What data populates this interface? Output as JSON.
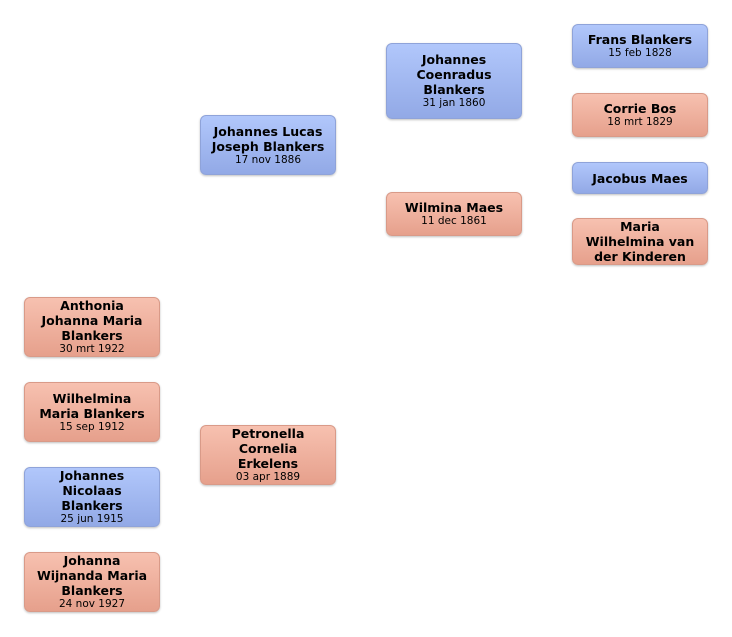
{
  "people": {
    "child1": {
      "name": "Anthonia Johanna Maria Blankers",
      "date": "30 mrt 1922"
    },
    "child2": {
      "name": "Wilhelmina Maria Blankers",
      "date": "15 sep 1912"
    },
    "child3": {
      "name": "Johannes Nicolaas Blankers",
      "date": "25 jun 1915"
    },
    "child4": {
      "name": "Johanna Wijnanda Maria Blankers",
      "date": "24 nov 1927"
    },
    "father": {
      "name": "Johannes Lucas Joseph Blankers",
      "date": "17 nov 1886"
    },
    "mother": {
      "name": "Petronella Cornelia Erkelens",
      "date": "03 apr 1889"
    },
    "paternal_grandfather": {
      "name": "Johannes Coenradus Blankers",
      "date": "31 jan 1860"
    },
    "paternal_grandmother": {
      "name": "Wilmina Maes",
      "date": "11 dec 1861"
    },
    "ggf1": {
      "name": "Frans Blankers",
      "date": "15 feb 1828"
    },
    "ggm1": {
      "name": "Corrie Bos",
      "date": "18 mrt 1829"
    },
    "ggf2": {
      "name": "Jacobus Maes",
      "date": ""
    },
    "ggm2": {
      "name": "Maria Wilhelmina van der Kinderen",
      "date": ""
    }
  },
  "colors": {
    "male": "#a3b9f2",
    "female": "#f0b09e"
  }
}
